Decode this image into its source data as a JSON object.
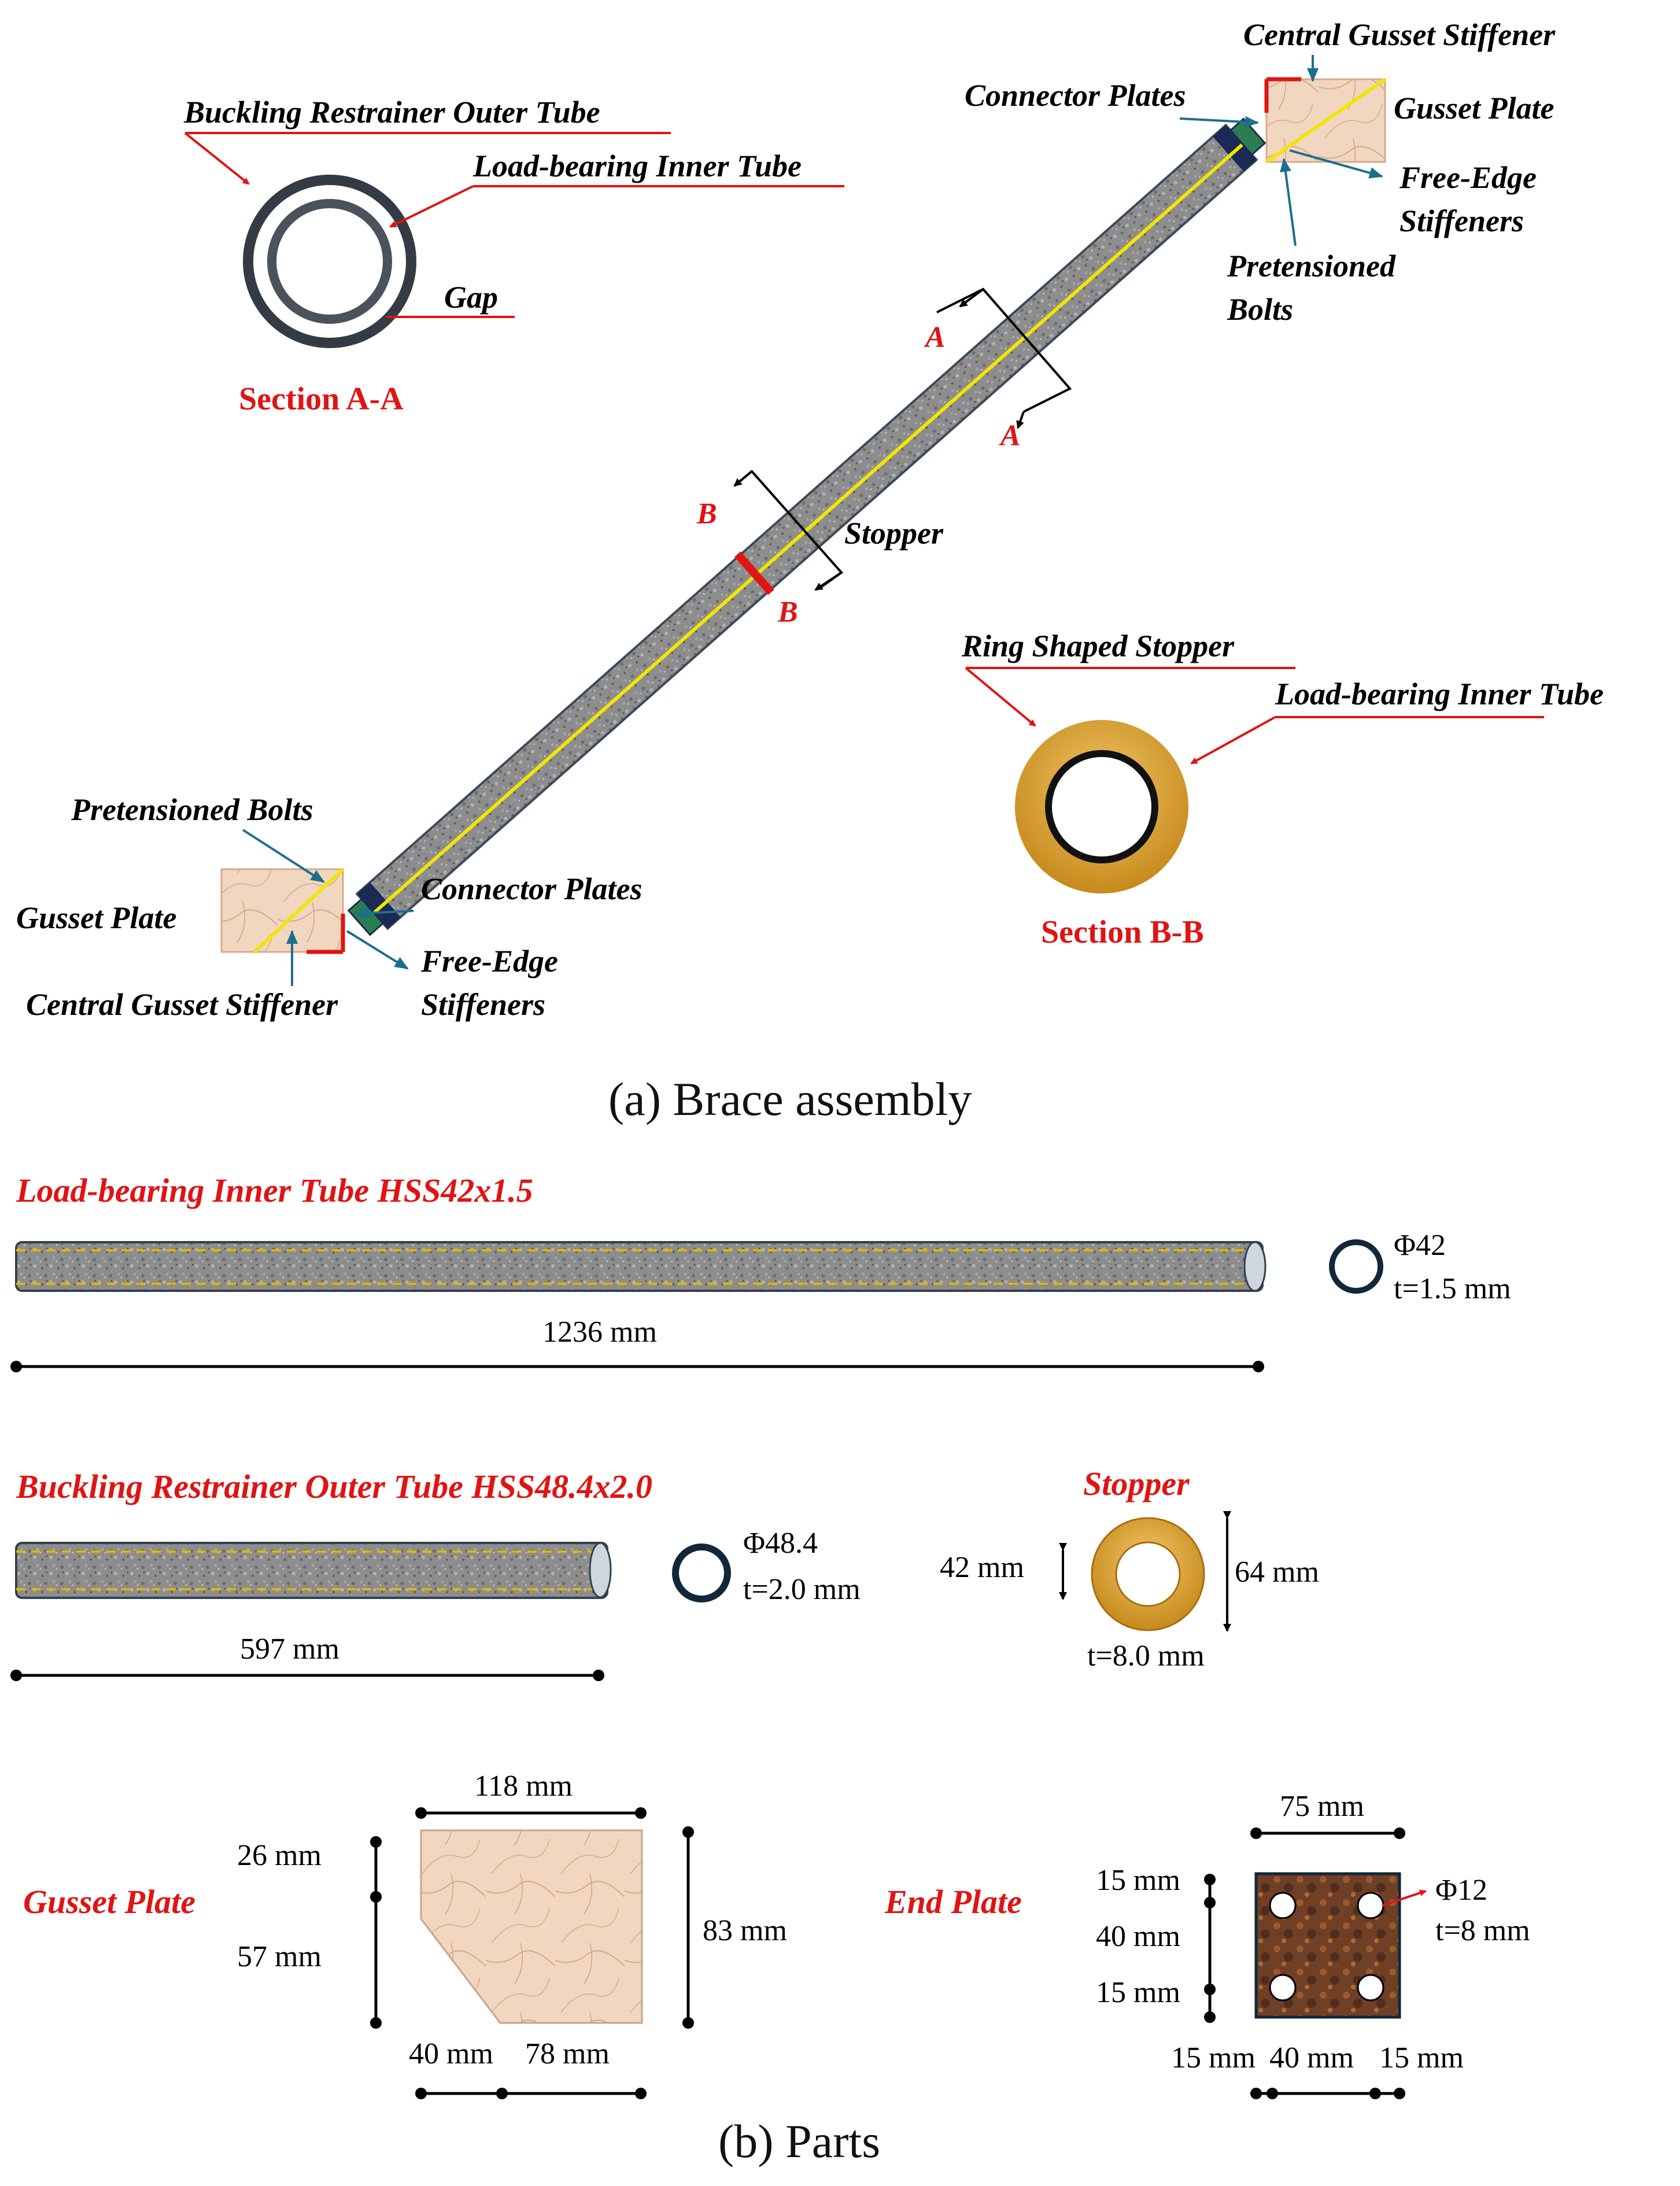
{
  "colors": {
    "red": "#e11313",
    "teal": "#1c6f8c",
    "yellow_line": "#f2e600",
    "stopper_gold": "#d9a32b",
    "gusset": "#f0d3b7",
    "concrete": "#8d8d8d",
    "end_plate": "#7a4a2c"
  },
  "assembly": {
    "caption": "(a) Brace assembly",
    "labels": {
      "central_gusset_stiffener_top": "Central Gusset  Stiffener",
      "connector_plates_top": "Connector Plates",
      "gusset_plate_top": "Gusset Plate",
      "free_edge_top_1": "Free-Edge",
      "free_edge_top_2": "Stiffeners",
      "pretensioned_top_1": "Pretensioned",
      "pretensioned_top_2": "Bolts",
      "stopper": "Stopper",
      "pretensioned_bottom": "Pretensioned Bolts",
      "gusset_plate_bottom": "Gusset Plate",
      "connector_plates_bottom": "Connector Plates",
      "free_edge_bottom_1": "Free-Edge",
      "free_edge_bottom_2": "Stiffeners",
      "central_gusset_stiffener_bottom": "Central Gusset  Stiffener",
      "section_a": "A",
      "section_b": "B"
    },
    "section_aa": {
      "title": "Section A-A",
      "outer_label": "Buckling Restrainer Outer Tube",
      "inner_label": "Load-bearing Inner Tube",
      "gap_label": "Gap"
    },
    "section_bb": {
      "title": "Section B-B",
      "stopper_label": "Ring Shaped Stopper",
      "inner_label": "Load-bearing Inner Tube"
    }
  },
  "parts": {
    "caption": "(b) Parts",
    "inner_tube": {
      "title": "Load-bearing Inner Tube  HSS42x1.5",
      "length": "1236 mm",
      "diameter": "Φ42",
      "thickness": "t=1.5 mm"
    },
    "outer_tube": {
      "title": "Buckling Restrainer Outer Tube HSS48.4x2.0",
      "length": "597 mm",
      "diameter": "Φ48.4",
      "thickness": "t=2.0 mm"
    },
    "stopper": {
      "title": "Stopper",
      "inner": "42 mm",
      "outer": "64 mm",
      "thickness": "t=8.0 mm"
    },
    "gusset_plate": {
      "title": "Gusset Plate",
      "top": "118 mm",
      "left_top": "26 mm",
      "left_bottom": "57 mm",
      "right": "83 mm",
      "bottom_left": "40 mm",
      "bottom_right": "78 mm"
    },
    "end_plate": {
      "title": "End Plate",
      "top": "75 mm",
      "hole": "Φ12",
      "thickness": "t=8 mm",
      "left_1": "15 mm",
      "left_2": "40 mm",
      "left_3": "15 mm",
      "bottom_1": "15 mm",
      "bottom_2": "40 mm",
      "bottom_3": "15 mm"
    }
  }
}
